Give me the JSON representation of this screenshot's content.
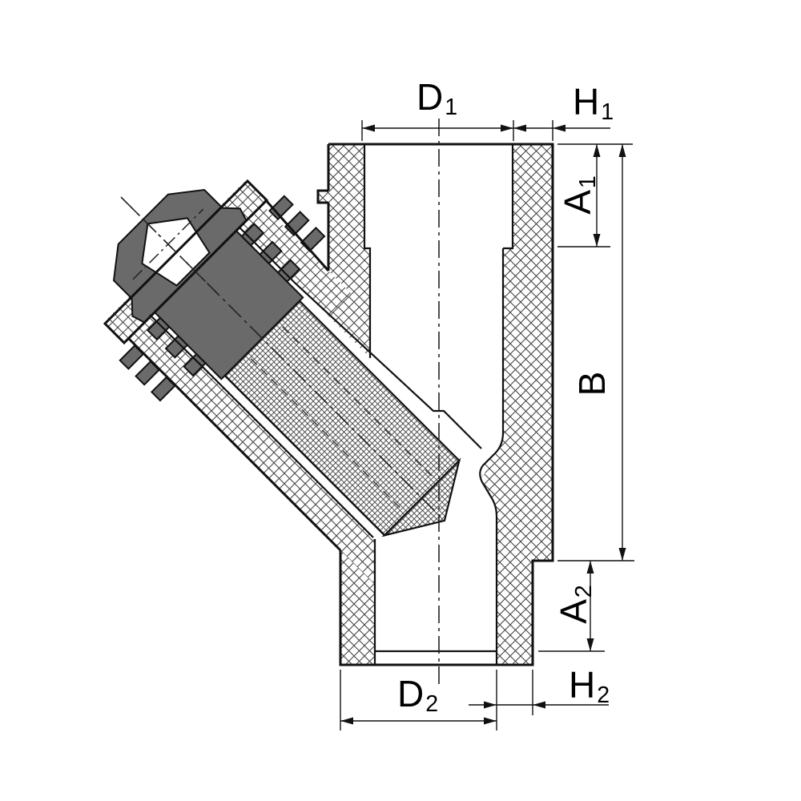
{
  "drawing": {
    "kind": "cross-section technical drawing of a Y-strainer pipe fitting"
  },
  "labels": {
    "d1": {
      "base": "D",
      "sub": "1"
    },
    "h1": {
      "base": "H",
      "sub": "1"
    },
    "a1": {
      "base": "A",
      "sub": "1"
    },
    "b": {
      "base": "B",
      "sub": ""
    },
    "a2": {
      "base": "A",
      "sub": "2"
    },
    "h2": {
      "base": "H",
      "sub": "2"
    },
    "d2": {
      "base": "D",
      "sub": "2"
    }
  },
  "colors": {
    "outline": "#111111",
    "hatch": "#3d3d3d",
    "cap": "#6a6a6a",
    "dim": "#111111"
  }
}
